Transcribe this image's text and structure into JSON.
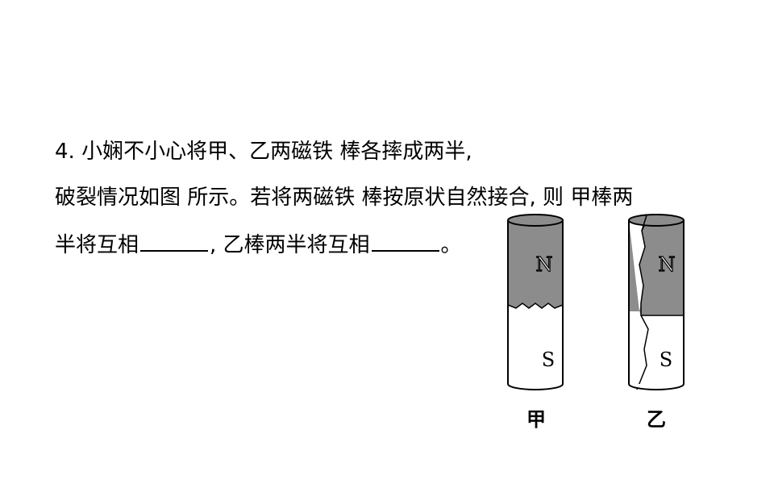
{
  "question": {
    "line1": "4. 小娴不小心将甲、乙两磁铁 棒各摔成两半,",
    "line2": "破裂情况如图 所示。若将两磁铁 棒按原状自然接合, 则 甲棒两",
    "line3_part1": "半将互相",
    "line3_part2": ", 乙棒两半将互相",
    "line3_end": "。"
  },
  "figure": {
    "magnet_a": {
      "north_label": "N",
      "south_label": "S",
      "caption": "甲"
    },
    "magnet_b": {
      "north_label": "N",
      "south_label": "S",
      "caption": "乙"
    },
    "colors": {
      "north_fill": "#8c8c8c",
      "south_fill": "#ffffff",
      "outline": "#000000"
    }
  }
}
